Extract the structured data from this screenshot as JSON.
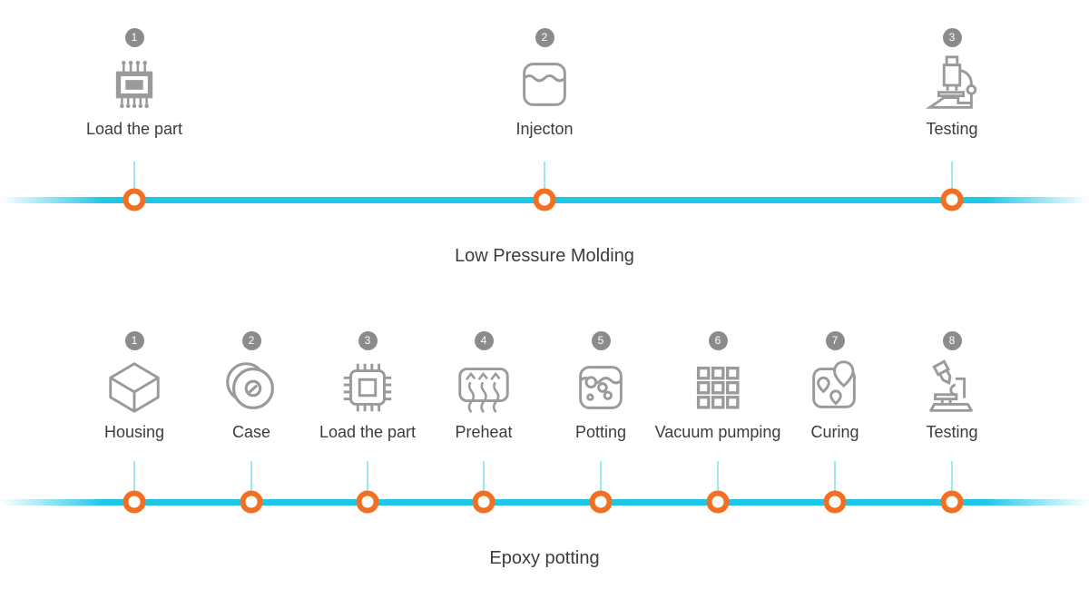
{
  "colors": {
    "timeline": "#1ec6e8",
    "marker": "#f36f21",
    "badge": "#8b8b8b",
    "icon": "#9a9a9a",
    "text": "#3c3c3c"
  },
  "sections": [
    {
      "title": "Low Pressure Molding",
      "steps": [
        {
          "number": "1",
          "label": "Load the part",
          "icon": "chip-filled-icon"
        },
        {
          "number": "2",
          "label": "Injecton",
          "icon": "liquid-container-icon"
        },
        {
          "number": "3",
          "label": "Testing",
          "icon": "microscope-icon"
        }
      ]
    },
    {
      "title": "Epoxy potting",
      "steps": [
        {
          "number": "1",
          "label": "Housing",
          "icon": "cube-icon"
        },
        {
          "number": "2",
          "label": "Case",
          "icon": "disc-icon"
        },
        {
          "number": "3",
          "label": "Load the part",
          "icon": "chip-outline-icon"
        },
        {
          "number": "4",
          "label": "Preheat",
          "icon": "heat-arrows-icon"
        },
        {
          "number": "5",
          "label": "Potting",
          "icon": "potting-bubbles-icon"
        },
        {
          "number": "6",
          "label": "Vacuum pumping",
          "icon": "grid-squares-icon"
        },
        {
          "number": "7",
          "label": "Curing",
          "icon": "map-pins-icon"
        },
        {
          "number": "8",
          "label": "Testing",
          "icon": "microscope-tilted-icon"
        }
      ]
    }
  ]
}
